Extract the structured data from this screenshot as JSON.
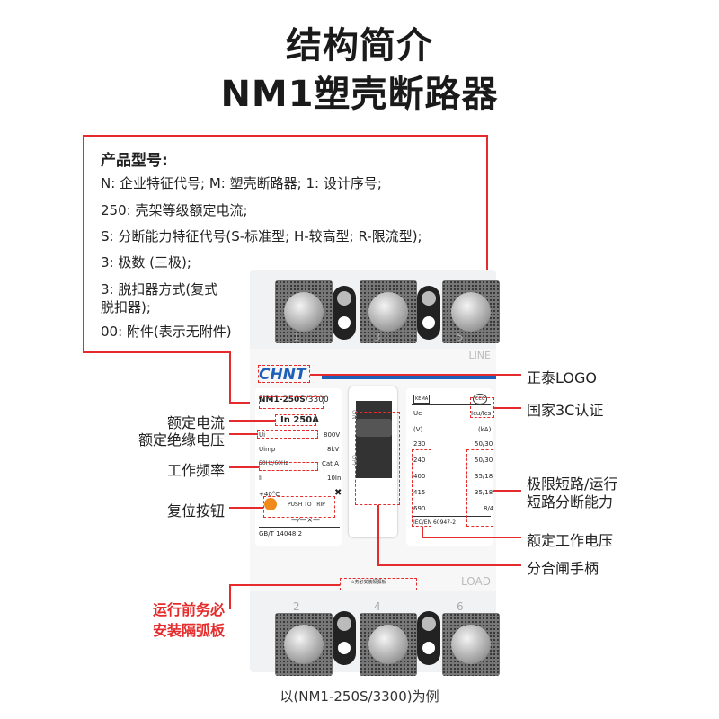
{
  "title": {
    "line1": "结构简介",
    "line2": "NM1塑壳断路器"
  },
  "info": {
    "heading": "产品型号:",
    "lines": [
      "N: 企业特征代号; M: 塑壳断路器; 1: 设计序号;",
      "250: 壳架等级额定电流;",
      "S: 分断能力特征代号(S-标准型; H-较高型; R-限流型);",
      "3: 极数 (三极);",
      "3: 脱扣器方式(复式",
      "脱扣器);",
      "00: 附件(表示无附件)"
    ]
  },
  "left_labels": {
    "rated_current": "额定电流",
    "rated_insulation": "额定绝缘电压",
    "frequency": "工作频率",
    "reset": "复位按钮",
    "warning1": "运行前务必",
    "warning2": "安装隔弧板"
  },
  "right_labels": {
    "logo": "正泰LOGO",
    "ccc": "国家3C认证",
    "breaking1": "极限短路/运行",
    "breaking2": "短路分断能力",
    "voltage": "额定工作电压",
    "handle": "分合闸手柄"
  },
  "caption": "以(NM1-250S/3300)为例",
  "breaker": {
    "brand": "CHNT",
    "line": "LINE",
    "load": "LOAD",
    "top_terminals": [
      "1",
      "3",
      "5"
    ],
    "bottom_terminals": [
      "2",
      "4",
      "6"
    ],
    "model": "NM1-250S",
    "model_suffix": "/3300",
    "in": "In  250A",
    "ui": "Ui",
    "ui_val": "800V",
    "uimp": "Uimp",
    "uimp_val": "8kV",
    "freq": "50Hz/60Hz",
    "cat": "Cat A",
    "ii": "Ii",
    "ii_val": "10In",
    "temp": "+40°C",
    "push": "PUSH TO TRIP",
    "standard": "GB/T 14048.2",
    "kema": "KEMA",
    "ue": "Ue",
    "icu": "Icu/Ics",
    "v": "(V)",
    "ka": "(kA)",
    "voltages": [
      "230",
      "240",
      "400",
      "415",
      "690"
    ],
    "currents": [
      "50/30",
      "50/30",
      "35/18",
      "35/18",
      "8/4"
    ],
    "iec": "IEC/EN 60947-2",
    "ccc": "CCC",
    "handle_on": "ON",
    "handle_off": "OFF",
    "warning": "⚠务必安装隔弧板"
  },
  "colors": {
    "accent": "#e52b2b",
    "brand": "#1f5fb8",
    "button": "#f08a1c"
  }
}
